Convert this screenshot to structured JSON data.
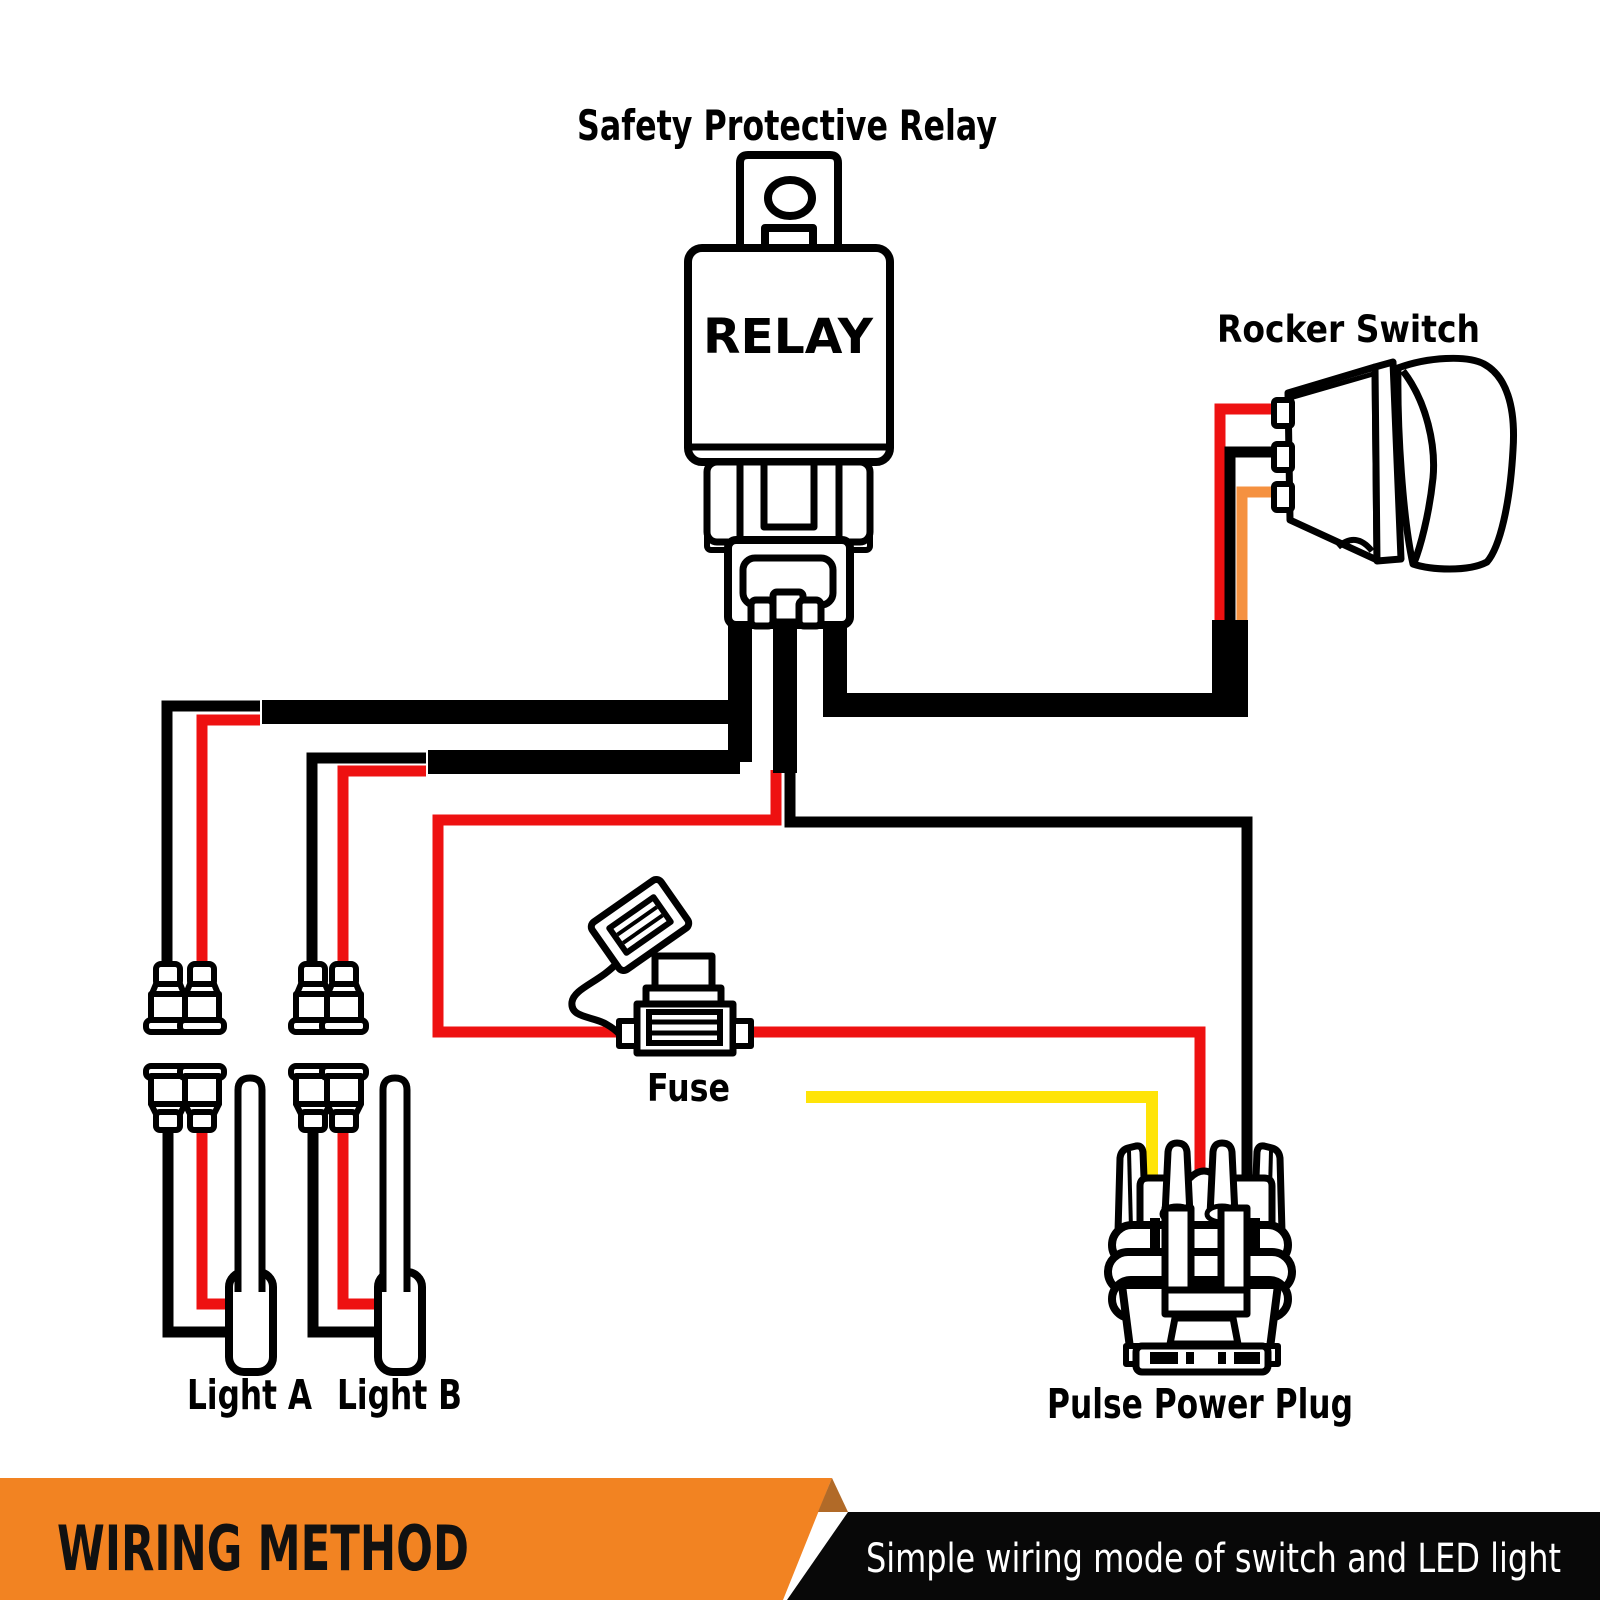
{
  "diagram": {
    "title": "Safety Protective Relay",
    "relay_label": "RELAY",
    "rocker_label": "Rocker Switch",
    "fuse_label": "Fuse",
    "light_a_label": "Light A",
    "light_b_label": "Light B",
    "plug_label": "Pulse Power Plug"
  },
  "banner": {
    "heading": "WIRING METHOD",
    "subtitle": "Simple wiring mode of switch and LED light"
  },
  "colors": {
    "wire_red": "#ee1111",
    "wire_orange": "#f59140",
    "wire_yellow": "#ffe408",
    "wire_black": "#000000",
    "line_black": "#000000",
    "banner_orange": "#f28322",
    "banner_fold": "#b16a28",
    "banner_black": "#080808",
    "banner_text_dark": "#111111",
    "banner_text_light": "#ffffff"
  }
}
